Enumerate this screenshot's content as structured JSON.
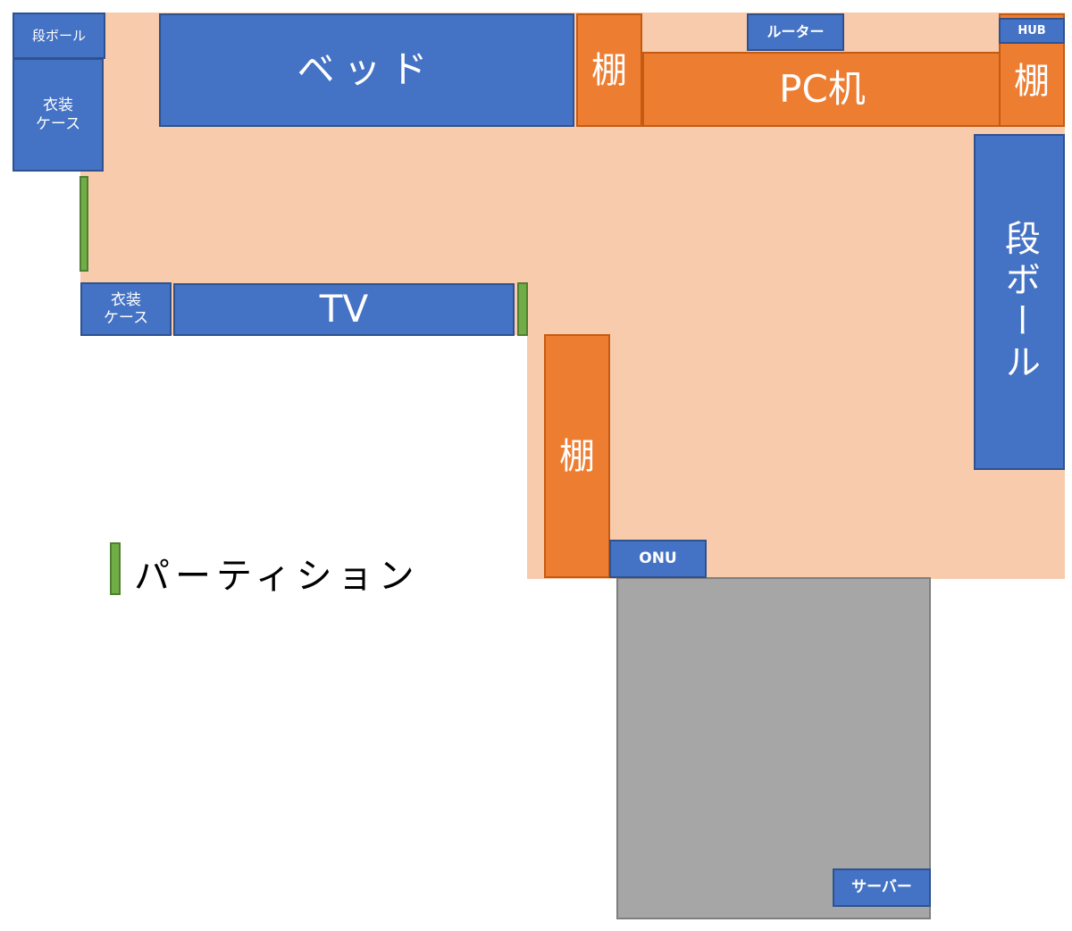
{
  "items": {
    "cardboard_small": "段ボール",
    "clothes_case_top": "衣装\nケース",
    "bed": "ベッド",
    "shelf_top": "棚",
    "router": "ルーター",
    "hub": "HUB",
    "pc_desk": "PC机",
    "shelf_right": "棚",
    "cardboard_large": "段ボール",
    "clothes_case_mid": "衣装\nケース",
    "tv": "TV",
    "shelf_middle": "棚",
    "onu": "ONU",
    "server": "サーバー"
  },
  "legend": {
    "partition_label": "パーティション"
  },
  "colors": {
    "floor": "#f8cbad",
    "furniture_blue": "#4472c4",
    "shelf_orange": "#ed7d31",
    "partition_green": "#70ad47",
    "server_area_gray": "#a6a6a6"
  }
}
